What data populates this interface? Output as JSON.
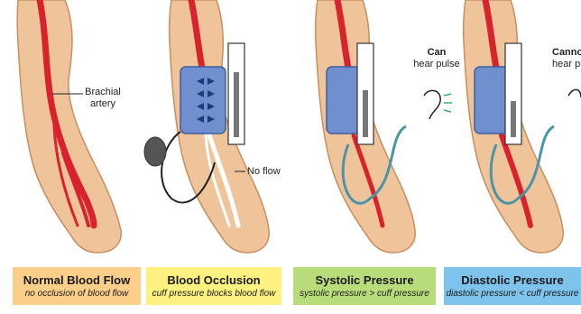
{
  "annotations": {
    "brachial": "Brachial\nartery",
    "noflow": "No flow",
    "can_bold": "Can",
    "can_sub": "hear pulse",
    "cannot_bold": "Cannot",
    "cannot_sub": "hear pulse"
  },
  "panels": [
    {
      "title": "Normal Blood Flow",
      "subtitle": "no occlusion of blood flow",
      "color": "#fbcf8a"
    },
    {
      "title": "Blood Occlusion",
      "subtitle": "cuff pressure blocks blood flow",
      "color": "#fdf17f"
    },
    {
      "title": "Systolic Pressure",
      "subtitle": "systolic pressure > cuff pressure",
      "color": "#b9dc7b"
    },
    {
      "title": "Diastolic Pressure",
      "subtitle": "diastolic pressure < cuff pressure",
      "color": "#7ec3ec"
    }
  ],
  "colors": {
    "skin": "#f0c49a",
    "skin_shade": "#d99d6c",
    "artery": "#d8222e",
    "cuff": "#6f8fcf",
    "stetho": "#4b95a8",
    "bulb": "#555555"
  }
}
